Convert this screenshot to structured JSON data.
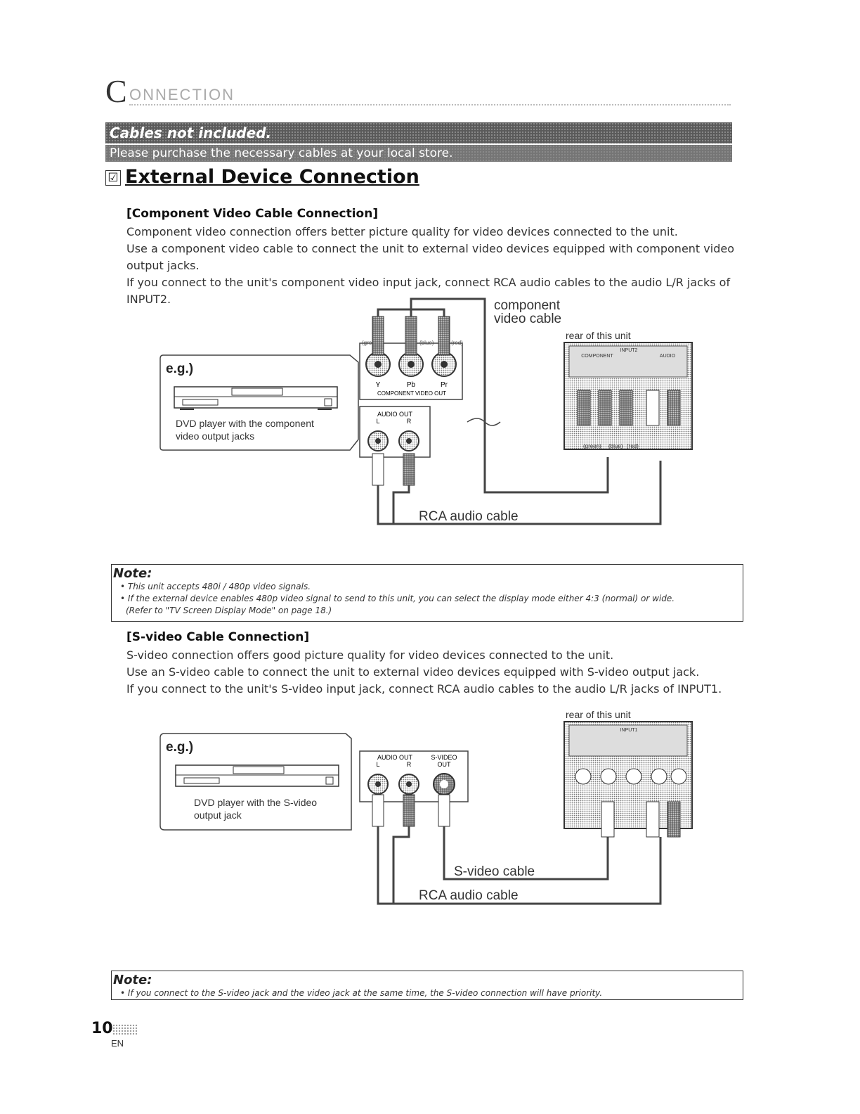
{
  "section": {
    "initial": "C",
    "rest": "ONNECTION"
  },
  "banner": {
    "line1": "Cables not included.",
    "line2": "Please purchase the necessary cables at your local store."
  },
  "heading": {
    "check": "☑",
    "title": "External Device Connection"
  },
  "component": {
    "subtitle": "[Component Video Cable Connection]",
    "paragraphs": [
      "Component video connection offers better picture quality for video devices connected to the unit.",
      "Use a component video cable to connect the unit to external video devices equipped with component video output jacks.",
      "If you connect to the unit's component video input jack, connect RCA audio cables to the audio L/R jacks of INPUT2."
    ],
    "diagram": {
      "eg": "e.g.)",
      "device_line1": "DVD player with the component",
      "device_line2": "video output jacks",
      "color_labels": [
        "(green)",
        "(blue)",
        "(red)"
      ],
      "jack_labels": [
        "Y",
        "Pb",
        "Pr"
      ],
      "component_out": "COMPONENT VIDEO OUT",
      "audio_out": "AUDIO OUT",
      "audio_lr": [
        "L",
        "R"
      ],
      "cable_line1": "component",
      "cable_line2": "video cable",
      "rear_label": "rear of this unit",
      "rear_input_label": "INPUT2",
      "rear_component_label": "COMPONENT",
      "rear_audio_label": "AUDIO",
      "rear_colors": [
        "(green)",
        "(blue)",
        "(red)"
      ],
      "rca_cable": "RCA audio cable"
    }
  },
  "note1": {
    "title": "Note:",
    "items": [
      {
        "lines": [
          "This unit accepts 480i / 480p video signals."
        ]
      },
      {
        "lines": [
          "If the external device enables 480p video signal to send to this unit, you can select the display mode either 4:3 (normal) or wide.",
          "(Refer to \"TV Screen Display Mode\" on page 18.)"
        ]
      }
    ]
  },
  "svideo": {
    "subtitle": "[S-video Cable Connection]",
    "paragraphs": [
      "S-video connection offers good picture quality for video devices connected to the unit.",
      "Use an S-video cable to connect the unit to external video devices equipped with S-video output jack.",
      "If you connect to the unit's S-video input jack, connect RCA audio cables to the audio L/R jacks of INPUT1."
    ],
    "diagram": {
      "eg": "e.g.)",
      "device_line1": "DVD player with the S-video",
      "device_line2": "output jack",
      "audio_out": "AUDIO OUT",
      "audio_lr": [
        "L",
        "R"
      ],
      "svideo_out_line1": "S-VIDEO",
      "svideo_out_line2": "OUT",
      "rear_label": "rear of this unit",
      "rear_input_label": "INPUT1",
      "svideo_cable": "S-video cable",
      "rca_cable": "RCA audio cable"
    }
  },
  "note2": {
    "title": "Note:",
    "items": [
      {
        "lines": [
          "If you connect to the S-video jack and the video jack at the same time, the S-video connection will have priority."
        ]
      }
    ]
  },
  "footer": {
    "page": "10",
    "lang": "EN"
  }
}
